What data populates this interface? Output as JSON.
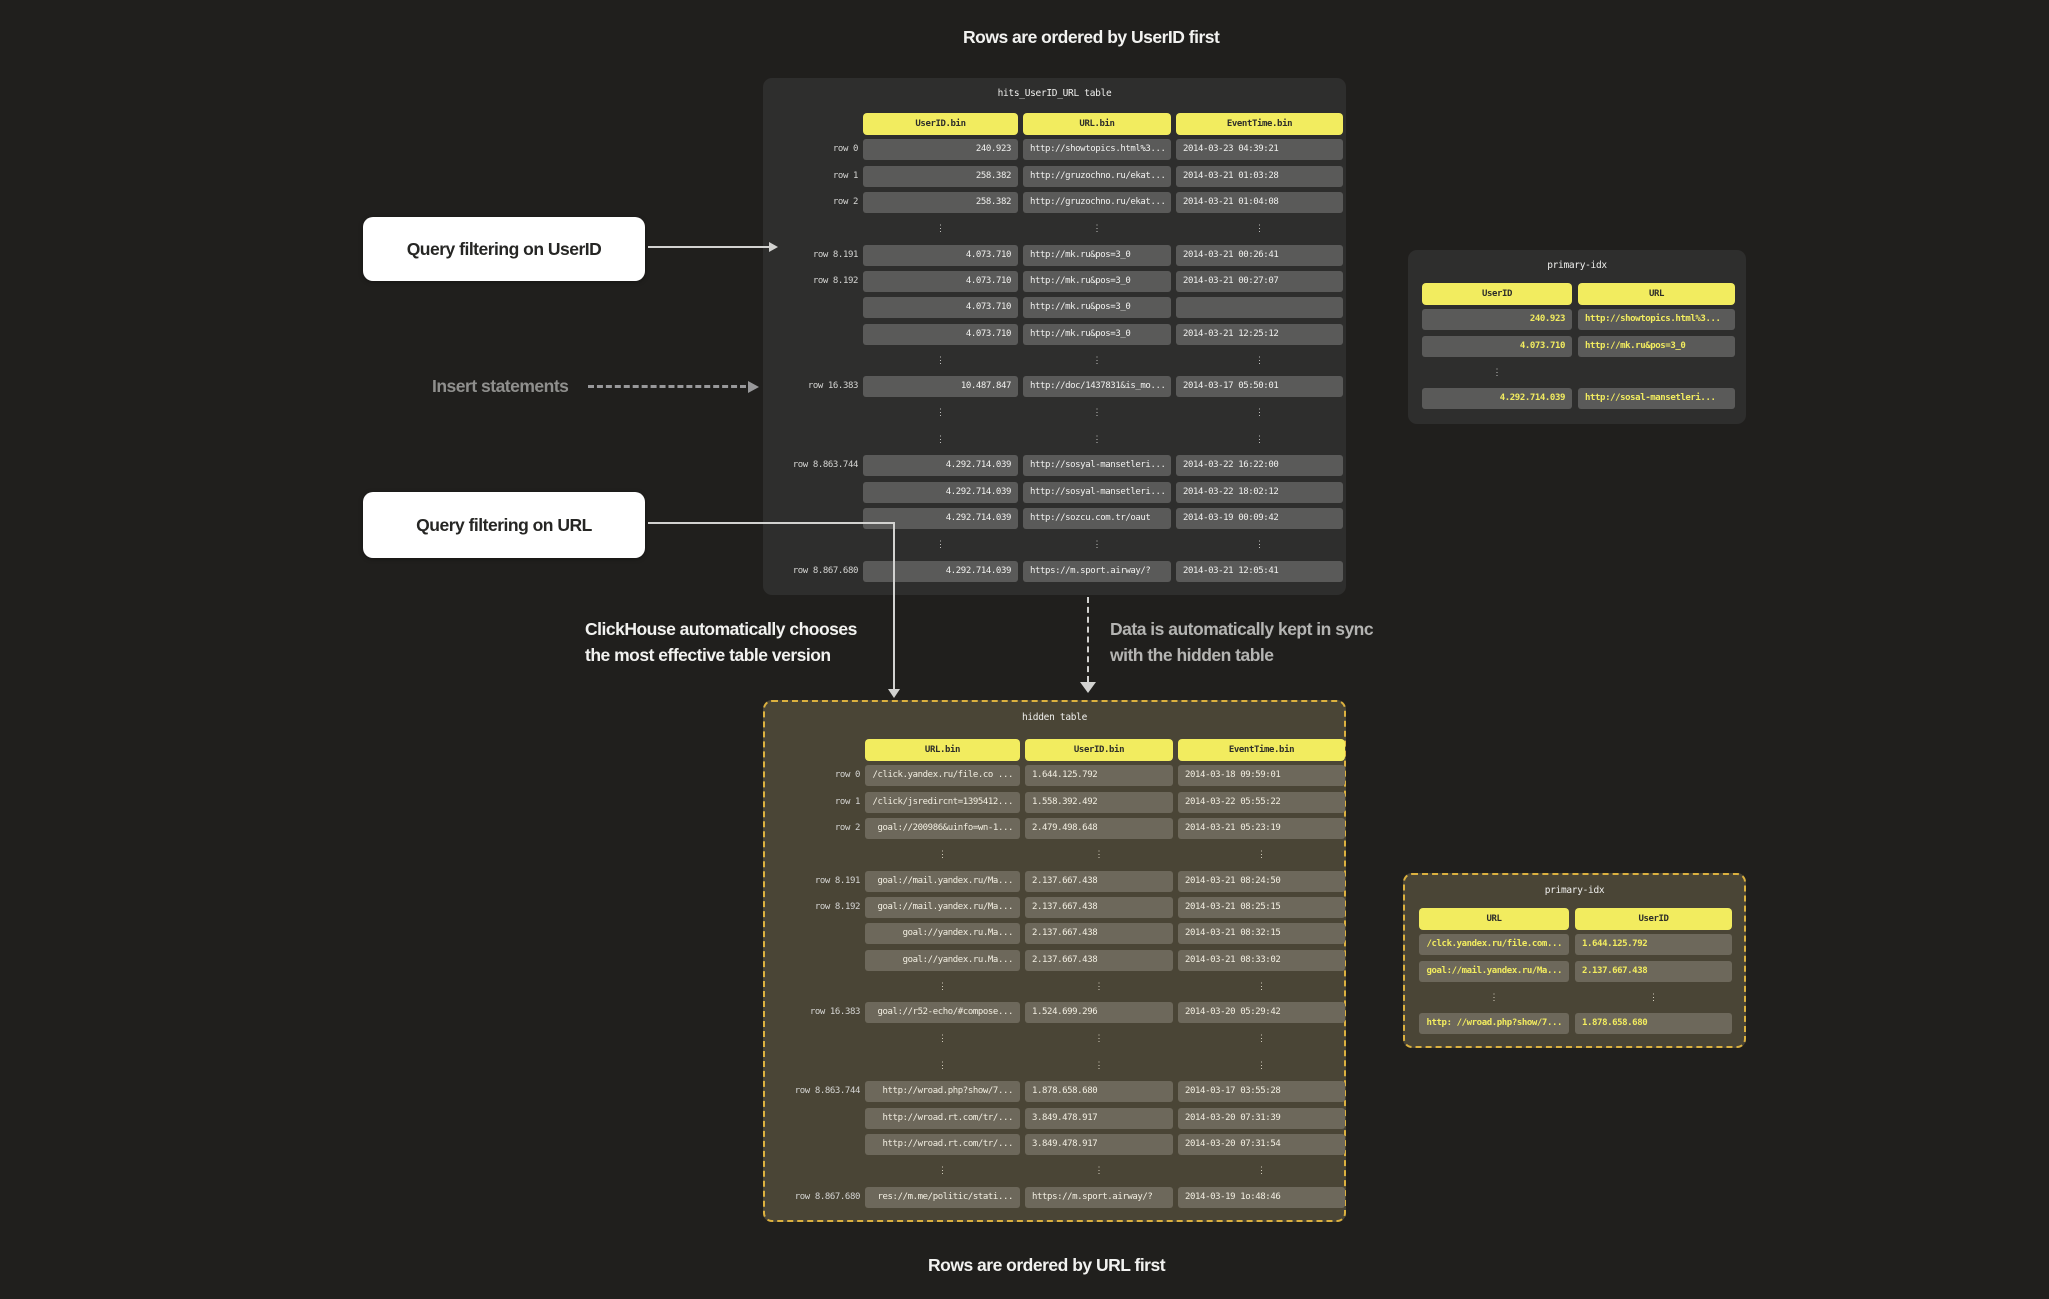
{
  "titles": {
    "top": "Rows are ordered by UserID first",
    "bottom": "Rows are ordered by URL first"
  },
  "annotations": {
    "query_userid": "Query filtering on UserID",
    "insert_statements": "Insert statements",
    "query_url": "Query filtering on URL",
    "clickhouse_line1": "ClickHouse automatically chooses",
    "clickhouse_line2": "the most effective table version",
    "sync_line1": "Data is automatically kept in sync",
    "sync_line2": "with the hidden table"
  },
  "colors": {
    "background": "#201f1d",
    "panel_dark": "#2e2e2d",
    "panel_warm": "#4a4536",
    "cell_dark": "#5a5a59",
    "cell_warm": "#6d685b",
    "accent_yellow": "#f2ec5f",
    "dashed_border": "#dcb13f",
    "text_white": "#f2f2f0",
    "text_gray": "#8f8f8d"
  },
  "tables": {
    "main": {
      "title": "hits_UserID_URL table",
      "columns": [
        "UserID.bin",
        "URL.bin",
        "EventTime.bin"
      ],
      "rows": [
        {
          "label": "row 0",
          "cells": [
            "240.923",
            "http://showtopics.html%3...",
            "2014-03-23 04:39:21"
          ]
        },
        {
          "label": "row 1",
          "cells": [
            "258.382",
            "http://gruzochno.ru/ekat...",
            "2014-03-21 01:03:28"
          ]
        },
        {
          "label": "row 2",
          "cells": [
            "258.382",
            "http://gruzochno.ru/ekat...",
            "2014-03-21 01:04:08"
          ]
        },
        {
          "dots": true
        },
        {
          "label": "row 8.191",
          "cells": [
            "4.073.710",
            "http://mk.ru&pos=3_0",
            "2014-03-21 00:26:41"
          ]
        },
        {
          "label": "row 8.192",
          "cells": [
            "4.073.710",
            "http://mk.ru&pos=3_0",
            "2014-03-21 00:27:07"
          ]
        },
        {
          "label": "",
          "cells": [
            "4.073.710",
            "http://mk.ru&pos=3_0",
            ""
          ]
        },
        {
          "label": "",
          "cells": [
            "4.073.710",
            "http://mk.ru&pos=3_0",
            "2014-03-21 12:25:12"
          ]
        },
        {
          "dots": true
        },
        {
          "label": "row 16.383",
          "cells": [
            "10.487.847",
            "http://doc/1437831&is_mo...",
            "2014-03-17 05:50:01"
          ]
        },
        {
          "dots": true
        },
        {
          "dots": true
        },
        {
          "label": "row 8.863.744",
          "cells": [
            "4.292.714.039",
            "http://sosyal-mansetleri...",
            "2014-03-22 16:22:00"
          ]
        },
        {
          "label": "",
          "cells": [
            "4.292.714.039",
            "http://sosyal-mansetleri...",
            "2014-03-22 18:02:12"
          ]
        },
        {
          "label": "",
          "cells": [
            "4.292.714.039",
            "http://sozcu.com.tr/oaut",
            "2014-03-19 00:09:42"
          ]
        },
        {
          "dots": true
        },
        {
          "label": "row 8.867.680",
          "cells": [
            "4.292.714.039",
            "https://m.sport.airway/?",
            "2014-03-21 12:05:41"
          ]
        }
      ]
    },
    "primary_top": {
      "title": "primary-idx",
      "columns": [
        "UserID",
        "URL"
      ],
      "rows": [
        {
          "cells": [
            "240.923",
            "http://showtopics.html%3..."
          ]
        },
        {
          "cells": [
            "4.073.710",
            "http://mk.ru&pos=3_0"
          ]
        },
        {
          "dots": true,
          "dots_cols": [
            0
          ]
        },
        {
          "cells": [
            "4.292.714.039",
            "http://sosal-mansetleri..."
          ]
        }
      ]
    },
    "hidden": {
      "title": "hidden table",
      "columns": [
        "URL.bin",
        "UserID.bin",
        "EventTime.bin"
      ],
      "rows": [
        {
          "label": "row 0",
          "cells": [
            "/click.yandex.ru/file.co ...",
            "1.644.125.792",
            "2014-03-18 09:59:01"
          ]
        },
        {
          "label": "row 1",
          "cells": [
            "/click/jsredircnt=1395412...",
            "1.558.392.492",
            "2014-03-22 05:55:22"
          ]
        },
        {
          "label": "row 2",
          "cells": [
            "goal://200986&uinfo=wn-1...",
            "2.479.498.648",
            "2014-03-21 05:23:19"
          ]
        },
        {
          "dots": true
        },
        {
          "label": "row 8.191",
          "cells": [
            "goal://mail.yandex.ru/Ma...",
            "2.137.667.438",
            "2014-03-21 08:24:50"
          ]
        },
        {
          "label": "row 8.192",
          "cells": [
            "goal://mail.yandex.ru/Ma...",
            "2.137.667.438",
            "2014-03-21 08:25:15"
          ]
        },
        {
          "label": "",
          "cells": [
            "goal://yandex.ru.Ma...",
            "2.137.667.438",
            "2014-03-21 08:32:15"
          ]
        },
        {
          "label": "",
          "cells": [
            "goal://yandex.ru.Ma...",
            "2.137.667.438",
            "2014-03-21 08:33:02"
          ]
        },
        {
          "dots": true
        },
        {
          "label": "row 16.383",
          "cells": [
            "goal://r52-echo/#compose...",
            "1.524.699.296",
            "2014-03-20 05:29:42"
          ]
        },
        {
          "dots": true
        },
        {
          "dots": true
        },
        {
          "label": "row 8.863.744",
          "cells": [
            "http://wroad.php?show/7...",
            "1.878.658.680",
            "2014-03-17 03:55:28"
          ]
        },
        {
          "label": "",
          "cells": [
            "http://wroad.rt.com/tr/...",
            "3.849.478.917",
            "2014-03-20 07:31:39"
          ]
        },
        {
          "label": "",
          "cells": [
            "http://wroad.rt.com/tr/...",
            "3.849.478.917",
            "2014-03-20 07:31:54"
          ]
        },
        {
          "dots": true
        },
        {
          "label": "row 8.867.680",
          "cells": [
            "res://m.me/politic/stati...",
            "https://m.sport.airway/?",
            "2014-03-19 1o:48:46"
          ]
        }
      ]
    },
    "primary_bottom": {
      "title": "primary-idx",
      "columns": [
        "URL",
        "UserID"
      ],
      "rows": [
        {
          "cells": [
            "/clck.yandex.ru/file.com...",
            "1.644.125.792"
          ]
        },
        {
          "cells": [
            "goal://mail.yandex.ru/Ma...",
            "2.137.667.438"
          ]
        },
        {
          "dots": true
        },
        {
          "cells": [
            "http: //wroad.php?show/7...",
            "1.878.658.680"
          ]
        }
      ]
    }
  }
}
